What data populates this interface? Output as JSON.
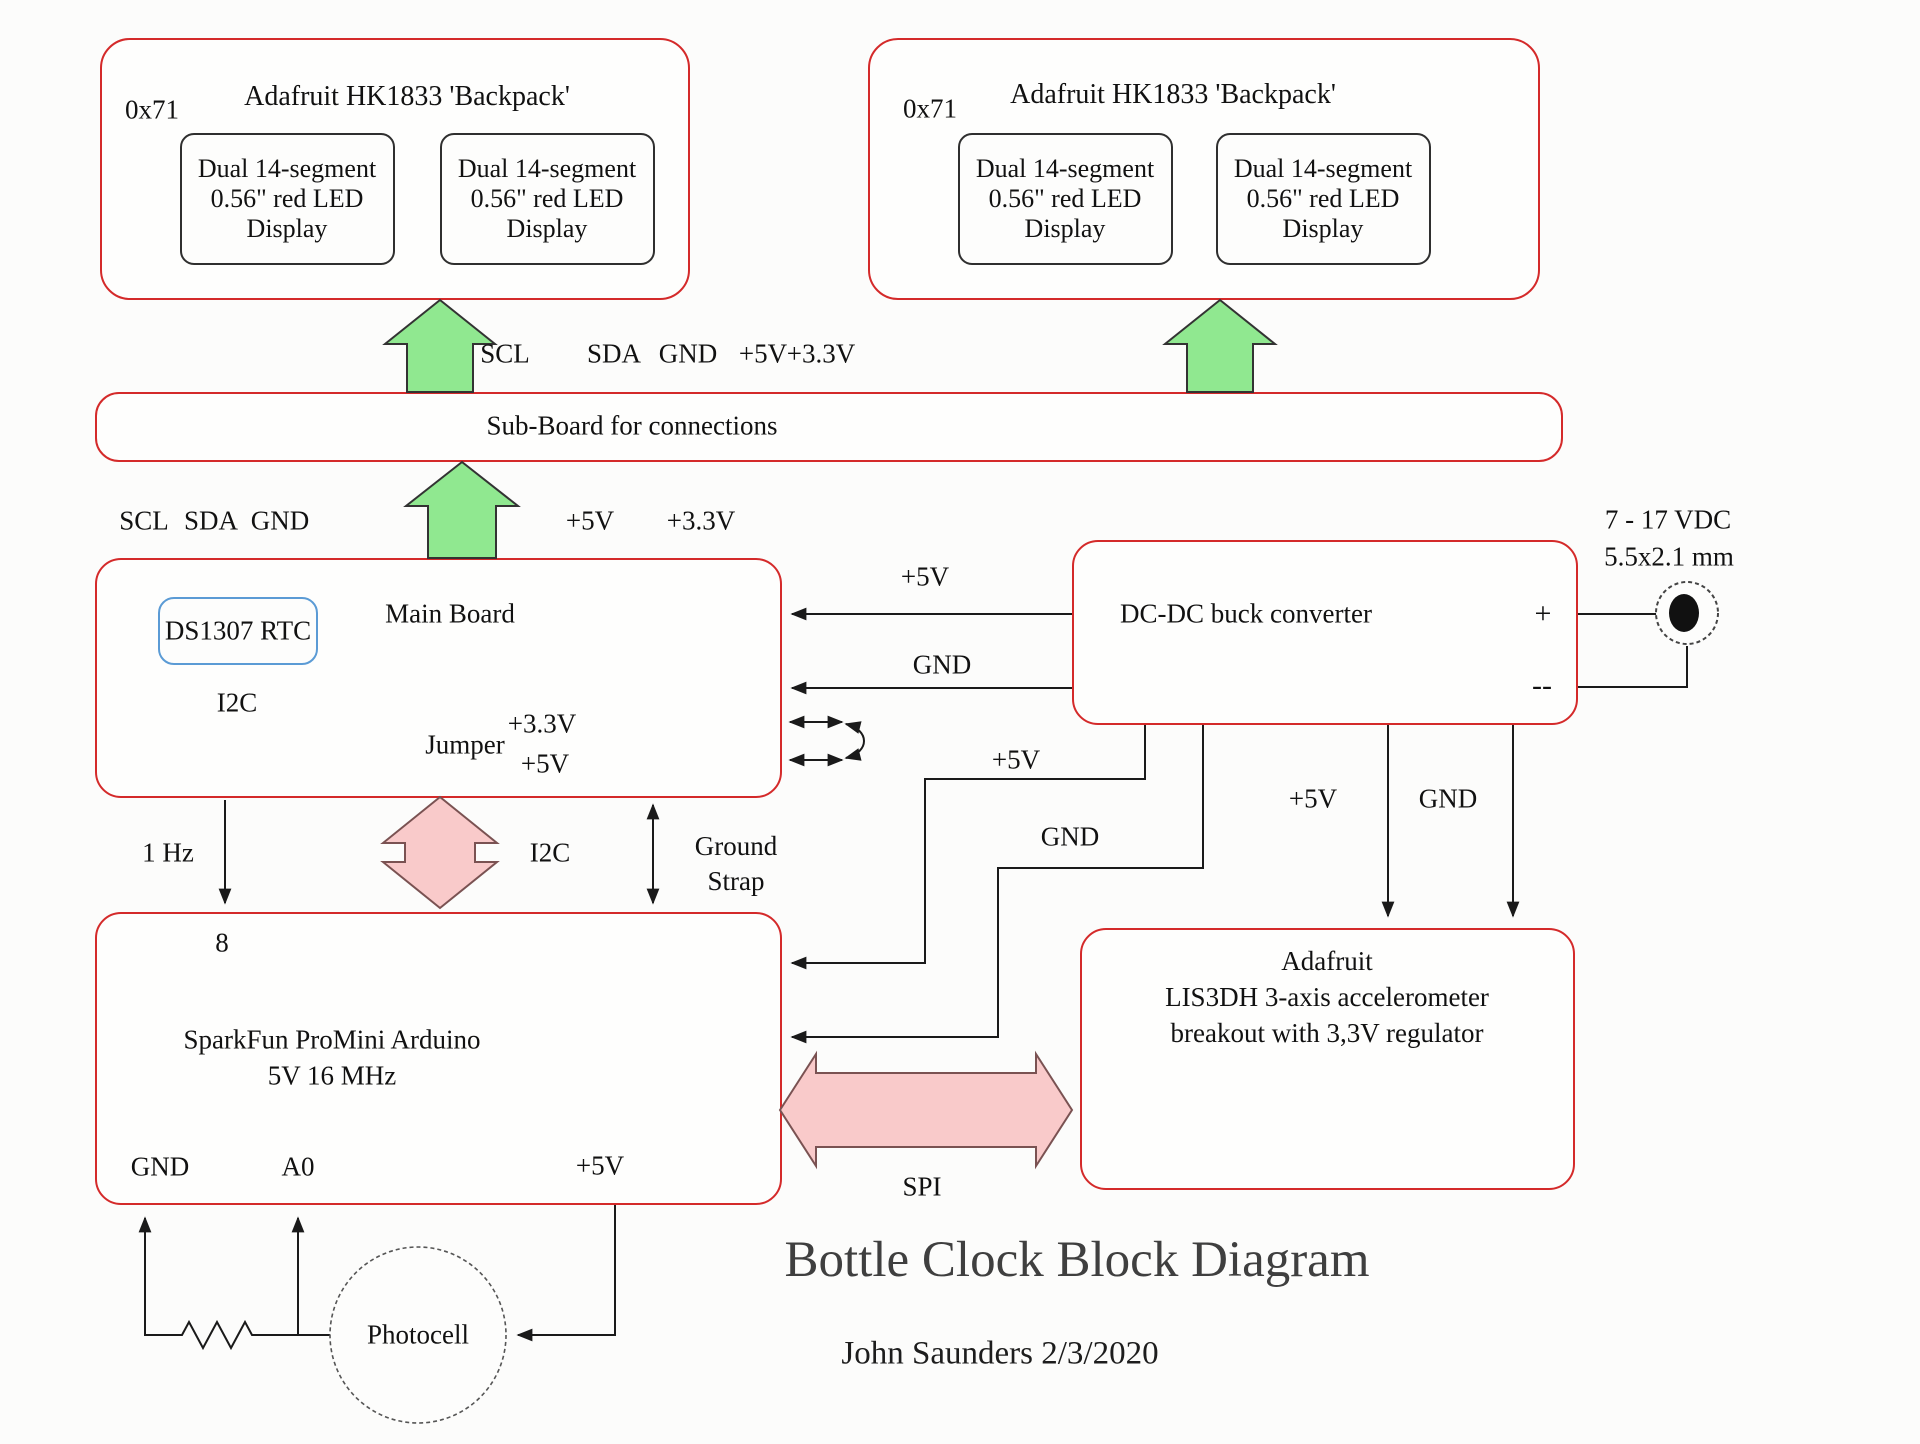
{
  "colors": {
    "box_border": "#d42a2a",
    "green_arrow_fill": "#90e890",
    "pink_arrow_fill": "#f9caca",
    "rtc_border": "#5b9bd5",
    "wire": "#1a1a1a"
  },
  "backpack_left": {
    "addr": "0x71",
    "title": "Adafruit HK1833 'Backpack'",
    "display_1": "Dual 14-segment\n0.56\" red LED\nDisplay",
    "display_2": "Dual 14-segment\n0.56\" red LED\nDisplay"
  },
  "backpack_right": {
    "addr": "0x71",
    "title": "Adafruit HK1833 'Backpack'",
    "display_1": "Dual 14-segment\n0.56\" red LED\nDisplay",
    "display_2": "Dual 14-segment\n0.56\" red LED\nDisplay"
  },
  "bus_top": {
    "scl": "SCL",
    "sda": "SDA",
    "gnd": "GND",
    "v5": "+5V",
    "v33": "+3.3V"
  },
  "bus_mid": {
    "scl": "SCL",
    "sda": "SDA",
    "gnd": "GND",
    "v5": "+5V",
    "v33": "+3.3V"
  },
  "sub_board": {
    "label": "Sub-Board for connections"
  },
  "main_board": {
    "title": "Main Board",
    "rtc": "DS1307 RTC",
    "i2c": "I2C",
    "jumper": "Jumper",
    "jumper_v33": "+3.3V",
    "jumper_v5": "+5V"
  },
  "dcdc": {
    "title": "DC-DC buck converter",
    "plus": "+",
    "minus": "--"
  },
  "power_jack": {
    "line1": "7 - 17 VDC",
    "line2": "5.5x2.1 mm"
  },
  "wires": {
    "v5_main": "+5V",
    "gnd_main": "GND",
    "v5_arduino": "+5V",
    "gnd_arduino": "GND",
    "v5_accel": "+5V",
    "gnd_accel": "GND",
    "one_hz": "1 Hz",
    "i2c": "I2C",
    "ground_strap": "Ground\nStrap",
    "spi": "SPI"
  },
  "arduino": {
    "pin8": "8",
    "title": "SparkFun ProMini Arduino",
    "subtitle": "5V 16 MHz",
    "gnd": "GND",
    "a0": "A0",
    "v5": "+5V"
  },
  "accelerometer": {
    "label": "Adafruit\nLIS3DH 3-axis accelerometer\nbreakout with 3,3V regulator"
  },
  "photocell": {
    "label": "Photocell"
  },
  "footer": {
    "title": "Bottle Clock Block Diagram",
    "author": "John Saunders 2/3/2020"
  }
}
